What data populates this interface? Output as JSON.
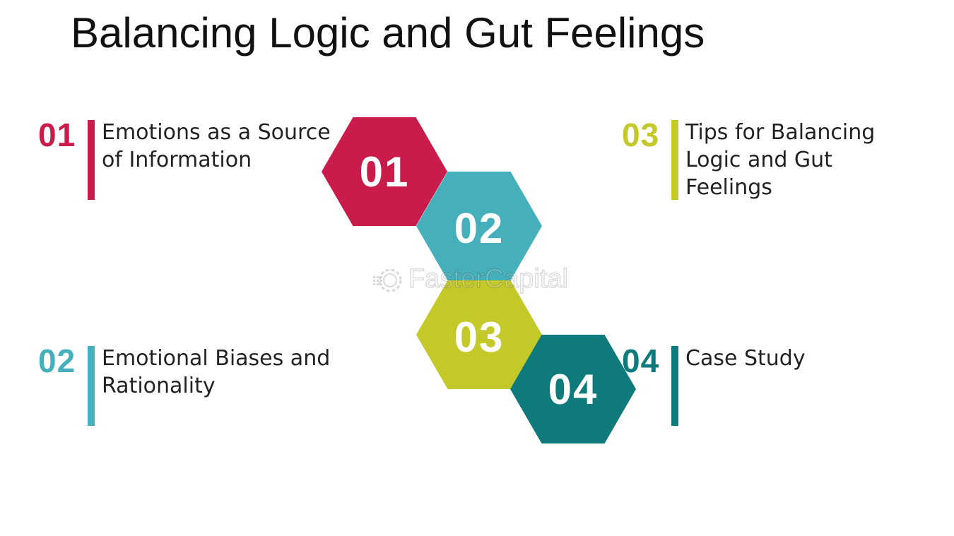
{
  "title": "Balancing Logic and Gut Feelings",
  "items": [
    {
      "number": "01",
      "text": "Emotions as a Source of Information",
      "color": "#c91c4b"
    },
    {
      "number": "02",
      "text": "Emotional Biases and Rationality",
      "color": "#45b0bb"
    },
    {
      "number": "03",
      "text": "Tips for Balancing Logic and Gut Feelings",
      "color": "#c4c92a"
    },
    {
      "number": "04",
      "text": "Case Study",
      "color": "#0e7a7c"
    }
  ],
  "hexagons": [
    {
      "label": "01",
      "color": "#c91c4b"
    },
    {
      "label": "02",
      "color": "#45b0bb"
    },
    {
      "label": "03",
      "color": "#c4c92a"
    },
    {
      "label": "04",
      "color": "#0e7a7c"
    }
  ],
  "watermark": {
    "text": "FasterCapital",
    "icon": "gear-logo-icon"
  }
}
